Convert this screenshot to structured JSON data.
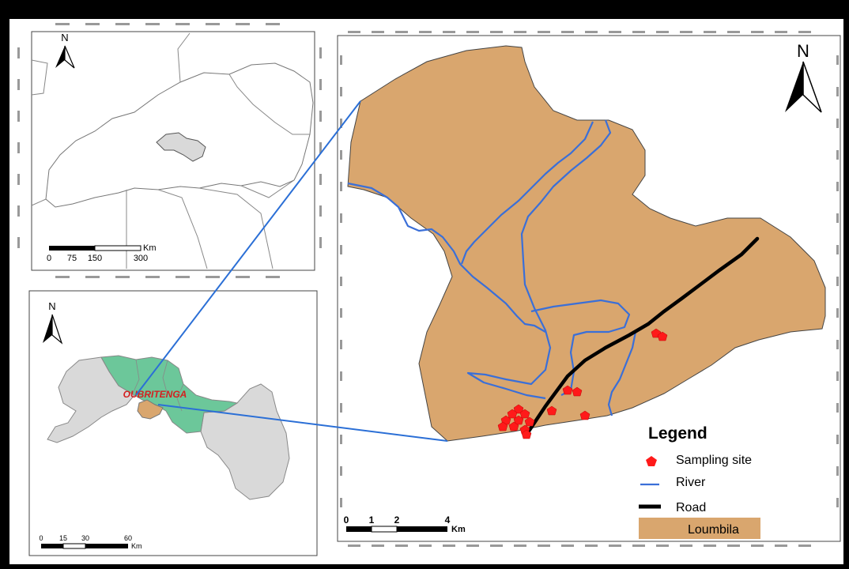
{
  "north_label": "N",
  "inset_country": {
    "scale": {
      "ticks": [
        "0",
        "75",
        "150",
        "300"
      ],
      "unit": "Km"
    }
  },
  "inset_region": {
    "region_label": "OUBRITENGA",
    "scale": {
      "ticks": [
        "0",
        "15",
        "30",
        "60"
      ],
      "unit": "Km"
    }
  },
  "main_map": {
    "scale": {
      "ticks": [
        "0",
        "1",
        "2",
        "4"
      ],
      "unit": "Km"
    },
    "legend": {
      "title": "Legend",
      "items": [
        {
          "label": "Sampling site",
          "symbol": "pentagon",
          "color": "#ff1a1a"
        },
        {
          "label": "River",
          "symbol": "line",
          "color": "#3a6fd8"
        },
        {
          "label": "Road",
          "symbol": "thick-line",
          "color": "#000000"
        },
        {
          "label": "Loumbila",
          "symbol": "fill",
          "color": "#d9a66e"
        }
      ]
    }
  },
  "colors": {
    "loumbila_fill": "#d9a66e",
    "oubritenga_fill": "#6cc79a",
    "province_fill": "#d9d9d9",
    "river": "#3a6fd8",
    "connector": "#2b6fd6",
    "sampling_site": "#ff1a1a",
    "region_label": "#d42020"
  }
}
